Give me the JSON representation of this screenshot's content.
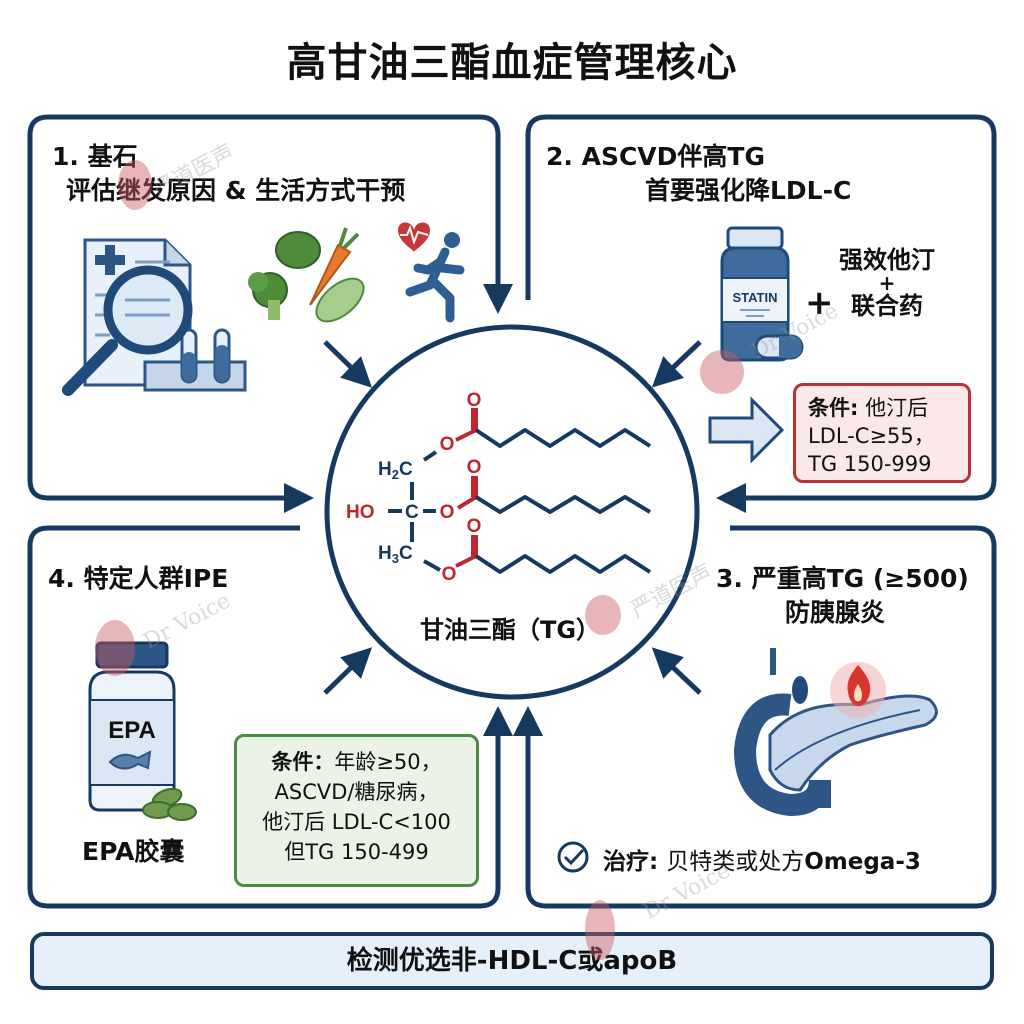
{
  "title": "高甘油三酯血症管理核心",
  "colors": {
    "primary_navy": "#163a5f",
    "mid_blue": "#3f6c9c",
    "light_blue": "#dbe7f4",
    "alert_red": "#b73237",
    "alert_red_bg": "#fbe9e9",
    "ok_green": "#4d8a45",
    "ok_green_bg": "#eaf3e6",
    "oxygen_red": "#c0262d"
  },
  "center": {
    "label": "甘油三酯（TG）",
    "molecule": {
      "h2c": "H₂C",
      "ho": "HO",
      "c": "C",
      "h3c": "H₃C",
      "o": "O"
    }
  },
  "panels": {
    "p1": {
      "number_title": "1. 基石",
      "subtitle": "评估继发原因 & 生活方式干预",
      "icons": [
        "medical-report-icon",
        "magnifier-icon",
        "test-tubes-icon",
        "vegetables-icon",
        "heart-rate-icon",
        "runner-icon"
      ]
    },
    "p2": {
      "number_title": "2. ASCVD伴高TG",
      "subtitle": "首要强化降LDL-C",
      "bottle_label": "STATIN",
      "plus": "+",
      "combo_line1": "强效他汀",
      "combo_plus": "+",
      "combo_line2": "联合药",
      "condition_label": "条件:",
      "condition_lines": [
        "他汀后",
        "LDL-C≥55，",
        "TG 150-999"
      ]
    },
    "p3": {
      "number_title": "3. 严重高TG (≥500)",
      "subtitle": "防胰腺炎",
      "treatment_label": "治疗:",
      "treatment_text": "贝特类或处方",
      "treatment_drug": "Omega-3"
    },
    "p4": {
      "number_title": "4. 特定人群IPE",
      "bottle_label": "EPA",
      "caption": "EPA胶囊",
      "condition_label": "条件：",
      "condition_lines": [
        "年龄≥50，",
        "ASCVD/糖尿病，",
        "他汀后 LDL-C<100",
        "但TG 150-499"
      ]
    }
  },
  "footer": "检测优选非-HDL-C或apoB",
  "watermark": {
    "cn": "严道医声",
    "en": "Dr Voice"
  }
}
